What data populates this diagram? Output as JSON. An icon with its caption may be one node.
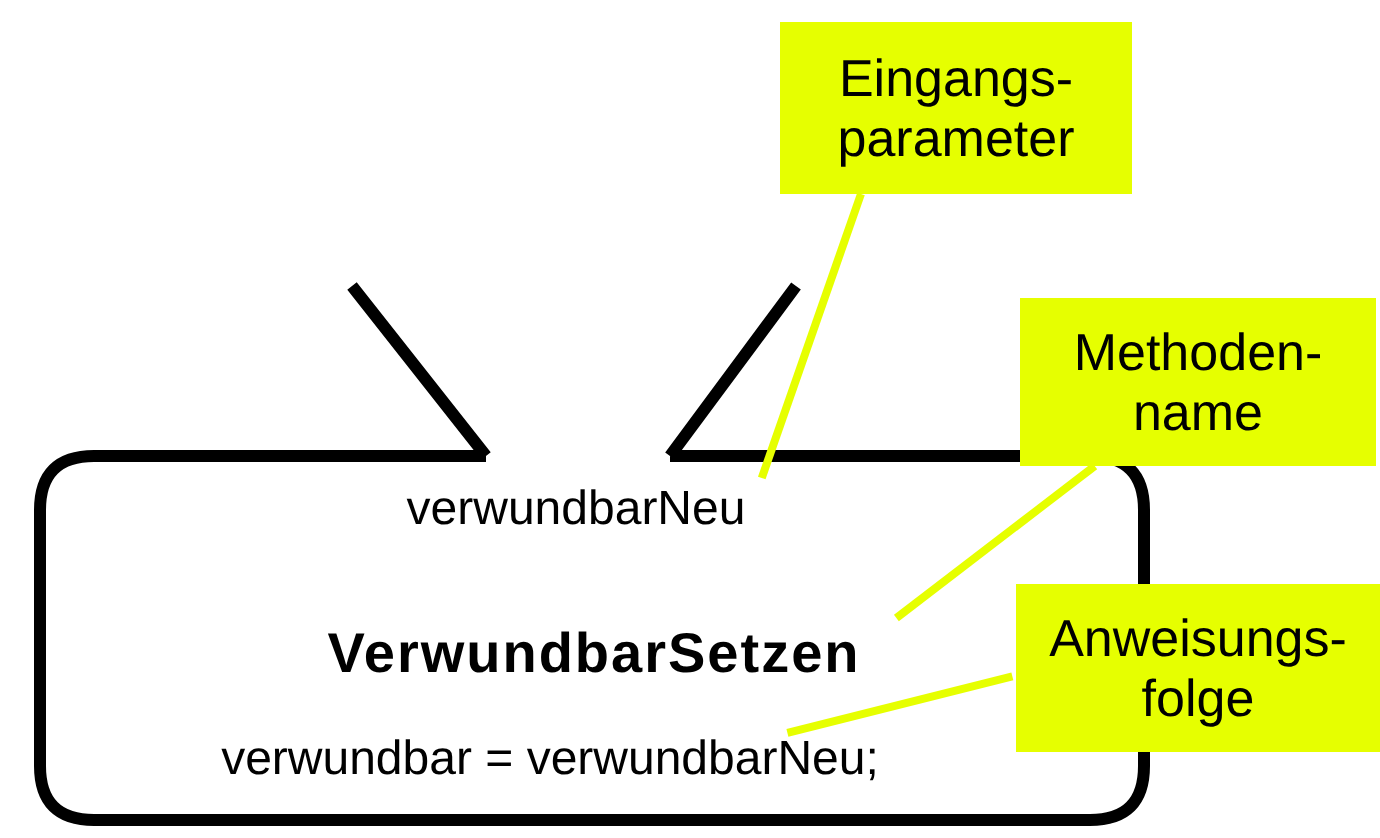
{
  "diagram": {
    "nodes": [
      {
        "text": [],
        "shape": "box"
      },
      {
        "text": [
          "verwundbarNeu"
        ],
        "in": 0
      },
      {
        "text": [
          "VerwundbarSetzen"
        ],
        "in": 0
      },
      {
        "text": [
          "verwundbar = verwundbarNeu;"
        ],
        "in": 0
      },
      {
        "text": [
          "Eingangs- parameter"
        ]
      },
      {
        "text": [
          "Methoden- name"
        ]
      },
      {
        "text": [
          "Anweisungs- folge"
        ]
      }
    ],
    "edges": [
      {
        "from": 4,
        "to": 1,
        "arrow": "none"
      },
      {
        "from": 5,
        "to": 2,
        "arrow": "none"
      },
      {
        "from": 6,
        "to": 3,
        "arrow": "none"
      }
    ]
  }
}
